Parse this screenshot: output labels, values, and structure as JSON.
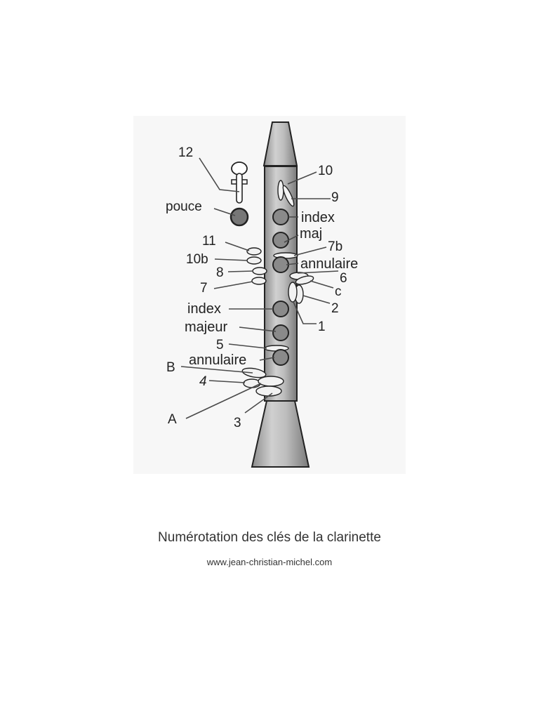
{
  "diagram": {
    "labels": {
      "k12": "12",
      "pouce": "pouce",
      "k11": "11",
      "k10b": "10b",
      "k8": "8",
      "k7": "7",
      "index_left": "index",
      "majeur": "majeur",
      "k5": "5",
      "annulaire_left": "annulaire",
      "kB": "B",
      "k4": "4",
      "kA": "A",
      "k3": "3",
      "k10": "10",
      "k9": "9",
      "index_right": "index",
      "maj": "maj",
      "k7b": "7b",
      "annulaire_right": "annulaire",
      "k6": "6",
      "kc": "c",
      "k2": "2",
      "k1": "1"
    }
  },
  "caption": {
    "title": "Numérotation des clés de la clarinette",
    "website": "www.jean-christian-michel.com"
  }
}
